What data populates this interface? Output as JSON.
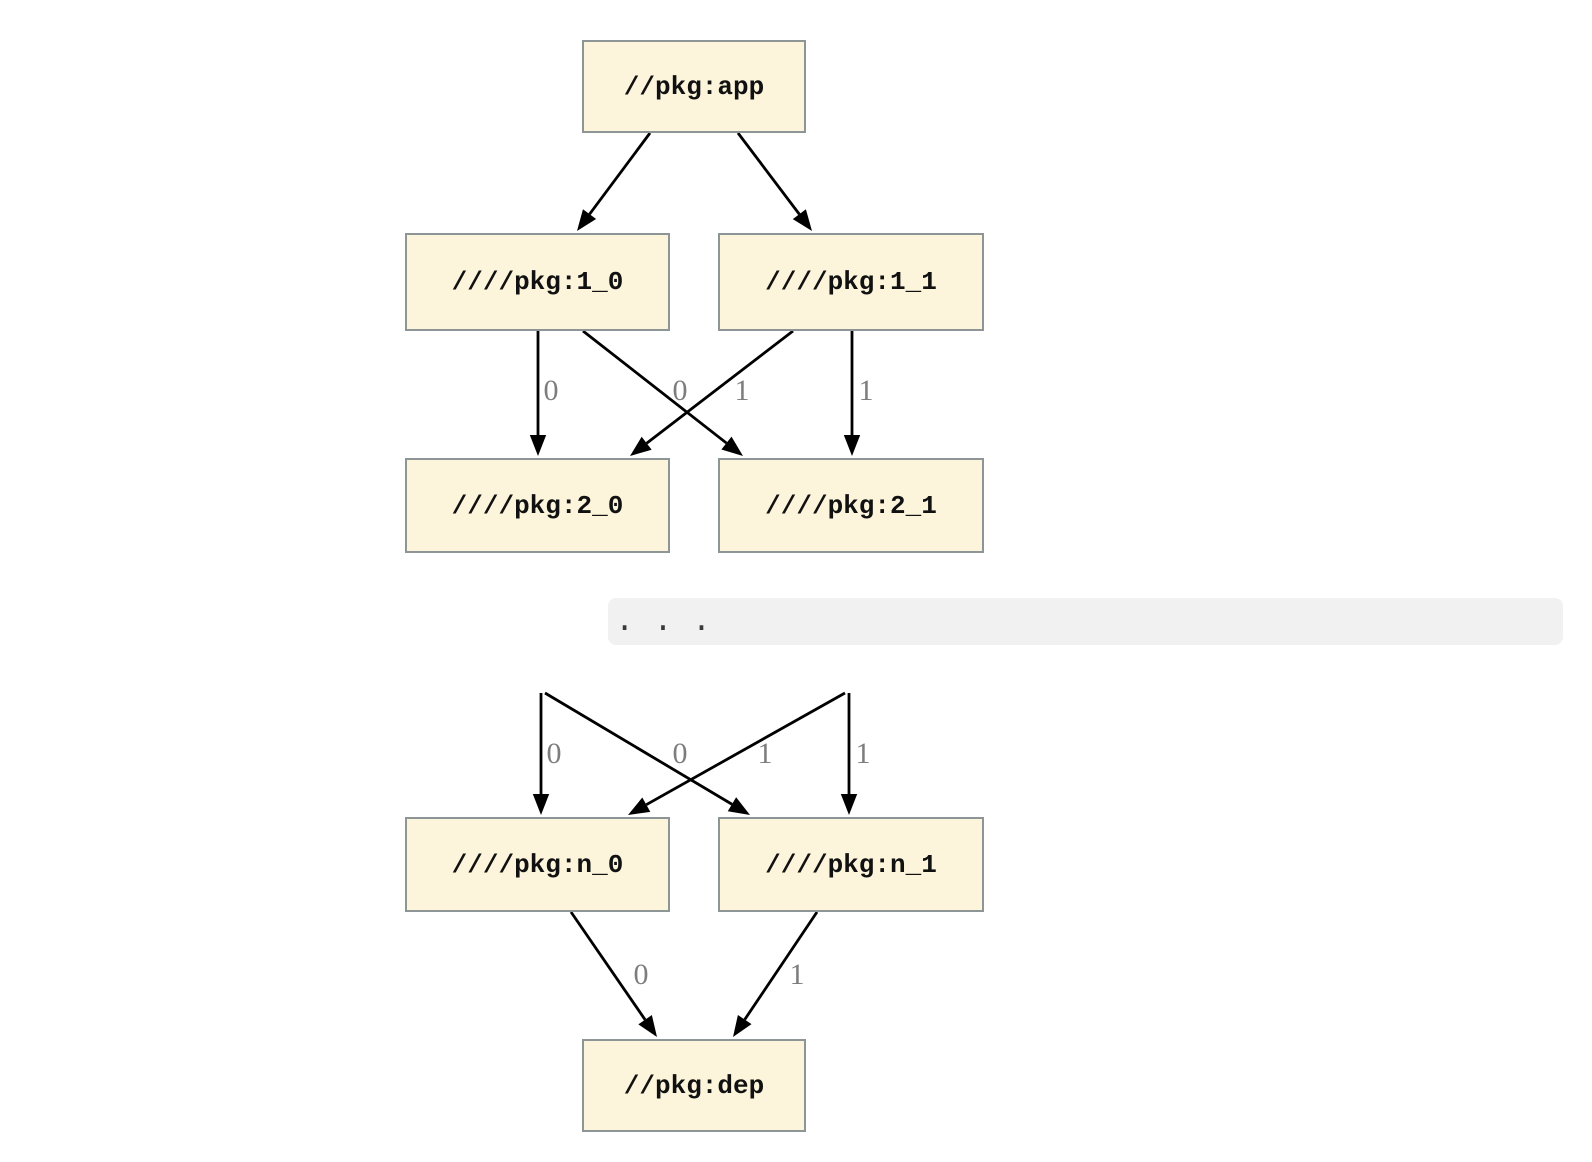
{
  "diagram": {
    "upper_graph": {
      "nodes": [
        {
          "id": "app",
          "label": "//pkg:app"
        },
        {
          "id": "1_0",
          "label": "////pkg:1_0"
        },
        {
          "id": "1_1",
          "label": "////pkg:1_1"
        },
        {
          "id": "2_0",
          "label": "////pkg:2_0"
        },
        {
          "id": "2_1",
          "label": "////pkg:2_1"
        }
      ],
      "edges": [
        {
          "from": "app",
          "to": "1_0",
          "label": ""
        },
        {
          "from": "app",
          "to": "1_1",
          "label": ""
        },
        {
          "from": "1_0",
          "to": "2_0",
          "label": "0"
        },
        {
          "from": "1_0",
          "to": "2_1",
          "label": "1"
        },
        {
          "from": "1_1",
          "to": "2_0",
          "label": "0"
        },
        {
          "from": "1_1",
          "to": "2_1",
          "label": "1"
        }
      ]
    },
    "separator": {
      "text": ". . ."
    },
    "lower_graph": {
      "nodes": [
        {
          "id": "n_0",
          "label": "////pkg:n_0"
        },
        {
          "id": "n_1",
          "label": "////pkg:n_1"
        },
        {
          "id": "dep",
          "label": "//pkg:dep"
        }
      ],
      "edges": [
        {
          "from": "elided",
          "to": "n_0",
          "label": "0"
        },
        {
          "from": "elided",
          "to": "n_1",
          "label": "1"
        },
        {
          "from": "elided",
          "to": "n_0",
          "label": "0"
        },
        {
          "from": "elided",
          "to": "n_1",
          "label": "1"
        },
        {
          "from": "n_0",
          "to": "dep",
          "label": "0"
        },
        {
          "from": "n_1",
          "to": "dep",
          "label": "1"
        }
      ]
    },
    "colors": {
      "node_fill": "#fcf5dc",
      "node_border": "#8e9596",
      "edge": "#000000",
      "edge_label": "#7d7d7d",
      "separator_bg": "#f1f1f1",
      "separator_text": "#3a3a3a"
    }
  }
}
